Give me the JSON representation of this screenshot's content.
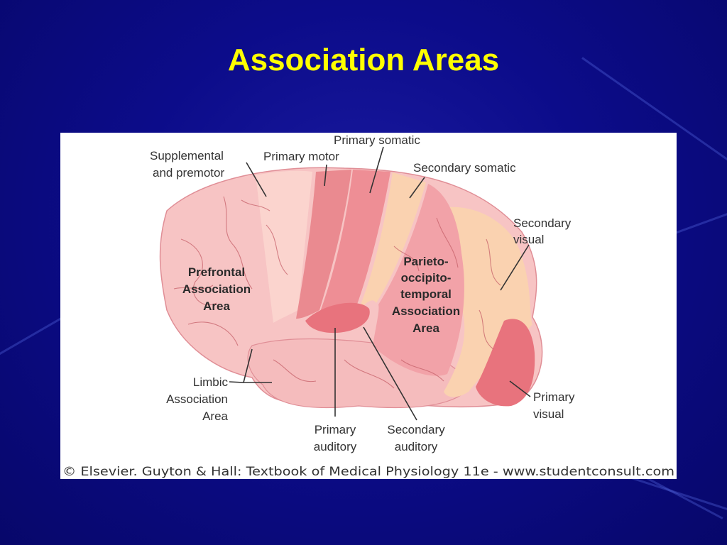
{
  "slide": {
    "title": "Association Areas"
  },
  "figure": {
    "labels": {
      "primary_somatic": "Primary somatic",
      "supplemental_line1": "Supplemental",
      "supplemental_line2": "and premotor",
      "primary_motor": "Primary motor",
      "secondary_somatic": "Secondary somatic",
      "secondary_visual_line1": "Secondary",
      "secondary_visual_line2": "visual",
      "prefrontal_line1": "Prefrontal",
      "prefrontal_line2": "Association",
      "prefrontal_line3": "Area",
      "parieto_line1": "Parieto-",
      "parieto_line2": "occipito-",
      "parieto_line3": "temporal",
      "parieto_line4": "Association",
      "parieto_line5": "Area",
      "limbic_line1": "Limbic",
      "limbic_line2": "Association",
      "limbic_line3": "Area",
      "primary_visual_line1": "Primary",
      "primary_visual_line2": "visual",
      "primary_auditory_line1": "Primary",
      "primary_auditory_line2": "auditory",
      "secondary_auditory_line1": "Secondary",
      "secondary_auditory_line2": "auditory"
    },
    "caption": "© Elsevier. Guyton & Hall: Textbook of Medical Physiology 11e - www.studentconsult.com",
    "colors": {
      "cortex_light": "#f7c4c4",
      "association_peach": "#fad2b0",
      "primary_areas": "#ea7c84",
      "somatic_mid": "#f09aa0"
    }
  }
}
